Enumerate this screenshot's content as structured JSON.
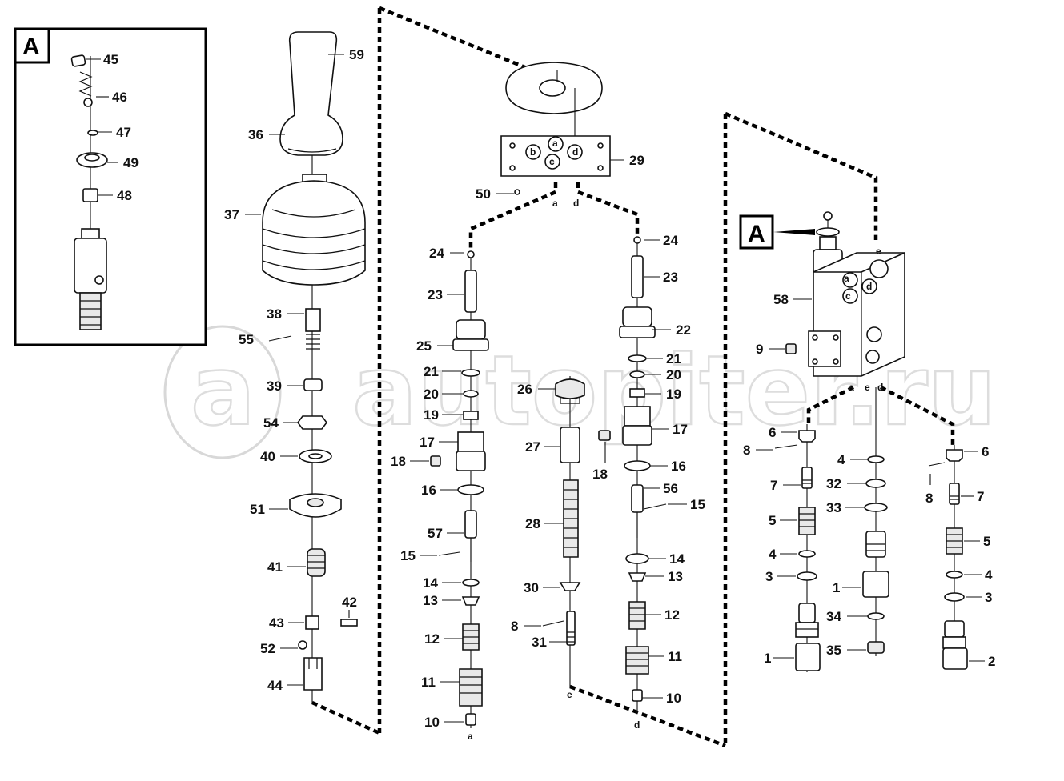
{
  "inset": {
    "badge": "A",
    "labels": [
      "45",
      "46",
      "47",
      "49",
      "48"
    ]
  },
  "block_badge": "A",
  "watermark": "autopiter.ru",
  "letters": {
    "a": "a",
    "b": "b",
    "c": "c",
    "d": "d",
    "e": "e"
  },
  "labels": {
    "l59": "59",
    "l36": "36",
    "l37": "37",
    "l38": "38",
    "l55": "55",
    "l39": "39",
    "l54": "54",
    "l40": "40",
    "l51": "51",
    "l41": "41",
    "l42": "42",
    "l43": "43",
    "l52": "52",
    "l44": "44",
    "l29": "29",
    "l50": "50",
    "l24a": "24",
    "l23a": "23",
    "l25": "25",
    "l21a": "21",
    "l20a": "20",
    "l19a": "19",
    "l17a": "17",
    "l18a": "18",
    "l16a": "16",
    "l57": "57",
    "l15a": "15",
    "l14a": "14",
    "l13a": "13",
    "l12a": "12",
    "l11a": "11",
    "l10a": "10",
    "l26": "26",
    "l27": "27",
    "l28": "28",
    "l30": "30",
    "l8c": "8",
    "l31": "31",
    "l24b": "24",
    "l23b": "23",
    "l22": "22",
    "l21b": "21",
    "l20b": "20",
    "l19b": "19",
    "l17b": "17",
    "l18b": "18",
    "l16b": "16",
    "l56": "56",
    "l15b": "15",
    "l14b": "14",
    "l13b": "13",
    "l12b": "12",
    "l11b": "11",
    "l10b": "10",
    "l58": "58",
    "l9": "9",
    "l6a": "6",
    "l8a": "8",
    "l7a": "7",
    "l5a": "5",
    "l4a": "4",
    "l3a": "3",
    "l1a": "1",
    "l4b": "4",
    "l32": "32",
    "l33": "33",
    "l1b": "1",
    "l34": "34",
    "l35": "35",
    "l6b": "6",
    "l8b": "8",
    "l7b": "7",
    "l5b": "5",
    "l4c": "4",
    "l3b": "3",
    "l2": "2"
  }
}
